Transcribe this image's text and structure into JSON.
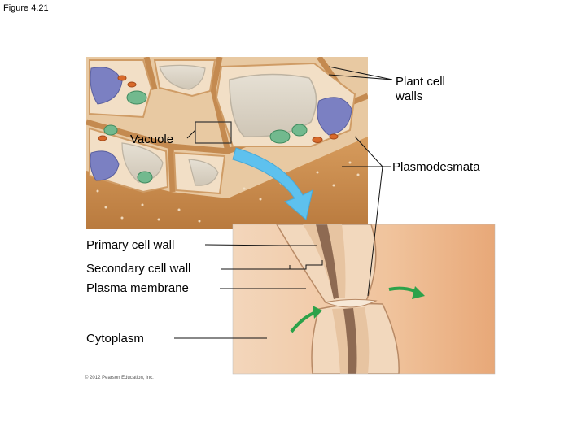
{
  "figure_title": "Figure 4.21",
  "labels": {
    "plant_cell_walls": [
      "Plant cell",
      "walls"
    ],
    "vacuole": "Vacuole",
    "plasmodesmata": "Plasmodesmata",
    "primary_cell_wall": "Primary cell wall",
    "secondary_cell_wall": "Secondary cell wall",
    "plasma_membrane": "Plasma membrane",
    "cytoplasm": "Cytoplasm"
  },
  "copyright": "© 2012 Pearson Education, Inc.",
  "colors": {
    "cell_wall": "#c9924f",
    "cell_wall_face": "#c68a4a",
    "vacuole": "#d9d3c6",
    "nucleus": "#7a7fbf",
    "chloroplast": "#6fb58c",
    "mitochondria": "#d4692a",
    "cytoplasm_zoom": "#f1c6a0",
    "arrow_blue": "#5fc2ec",
    "arrow_green": "#2ca24a"
  }
}
